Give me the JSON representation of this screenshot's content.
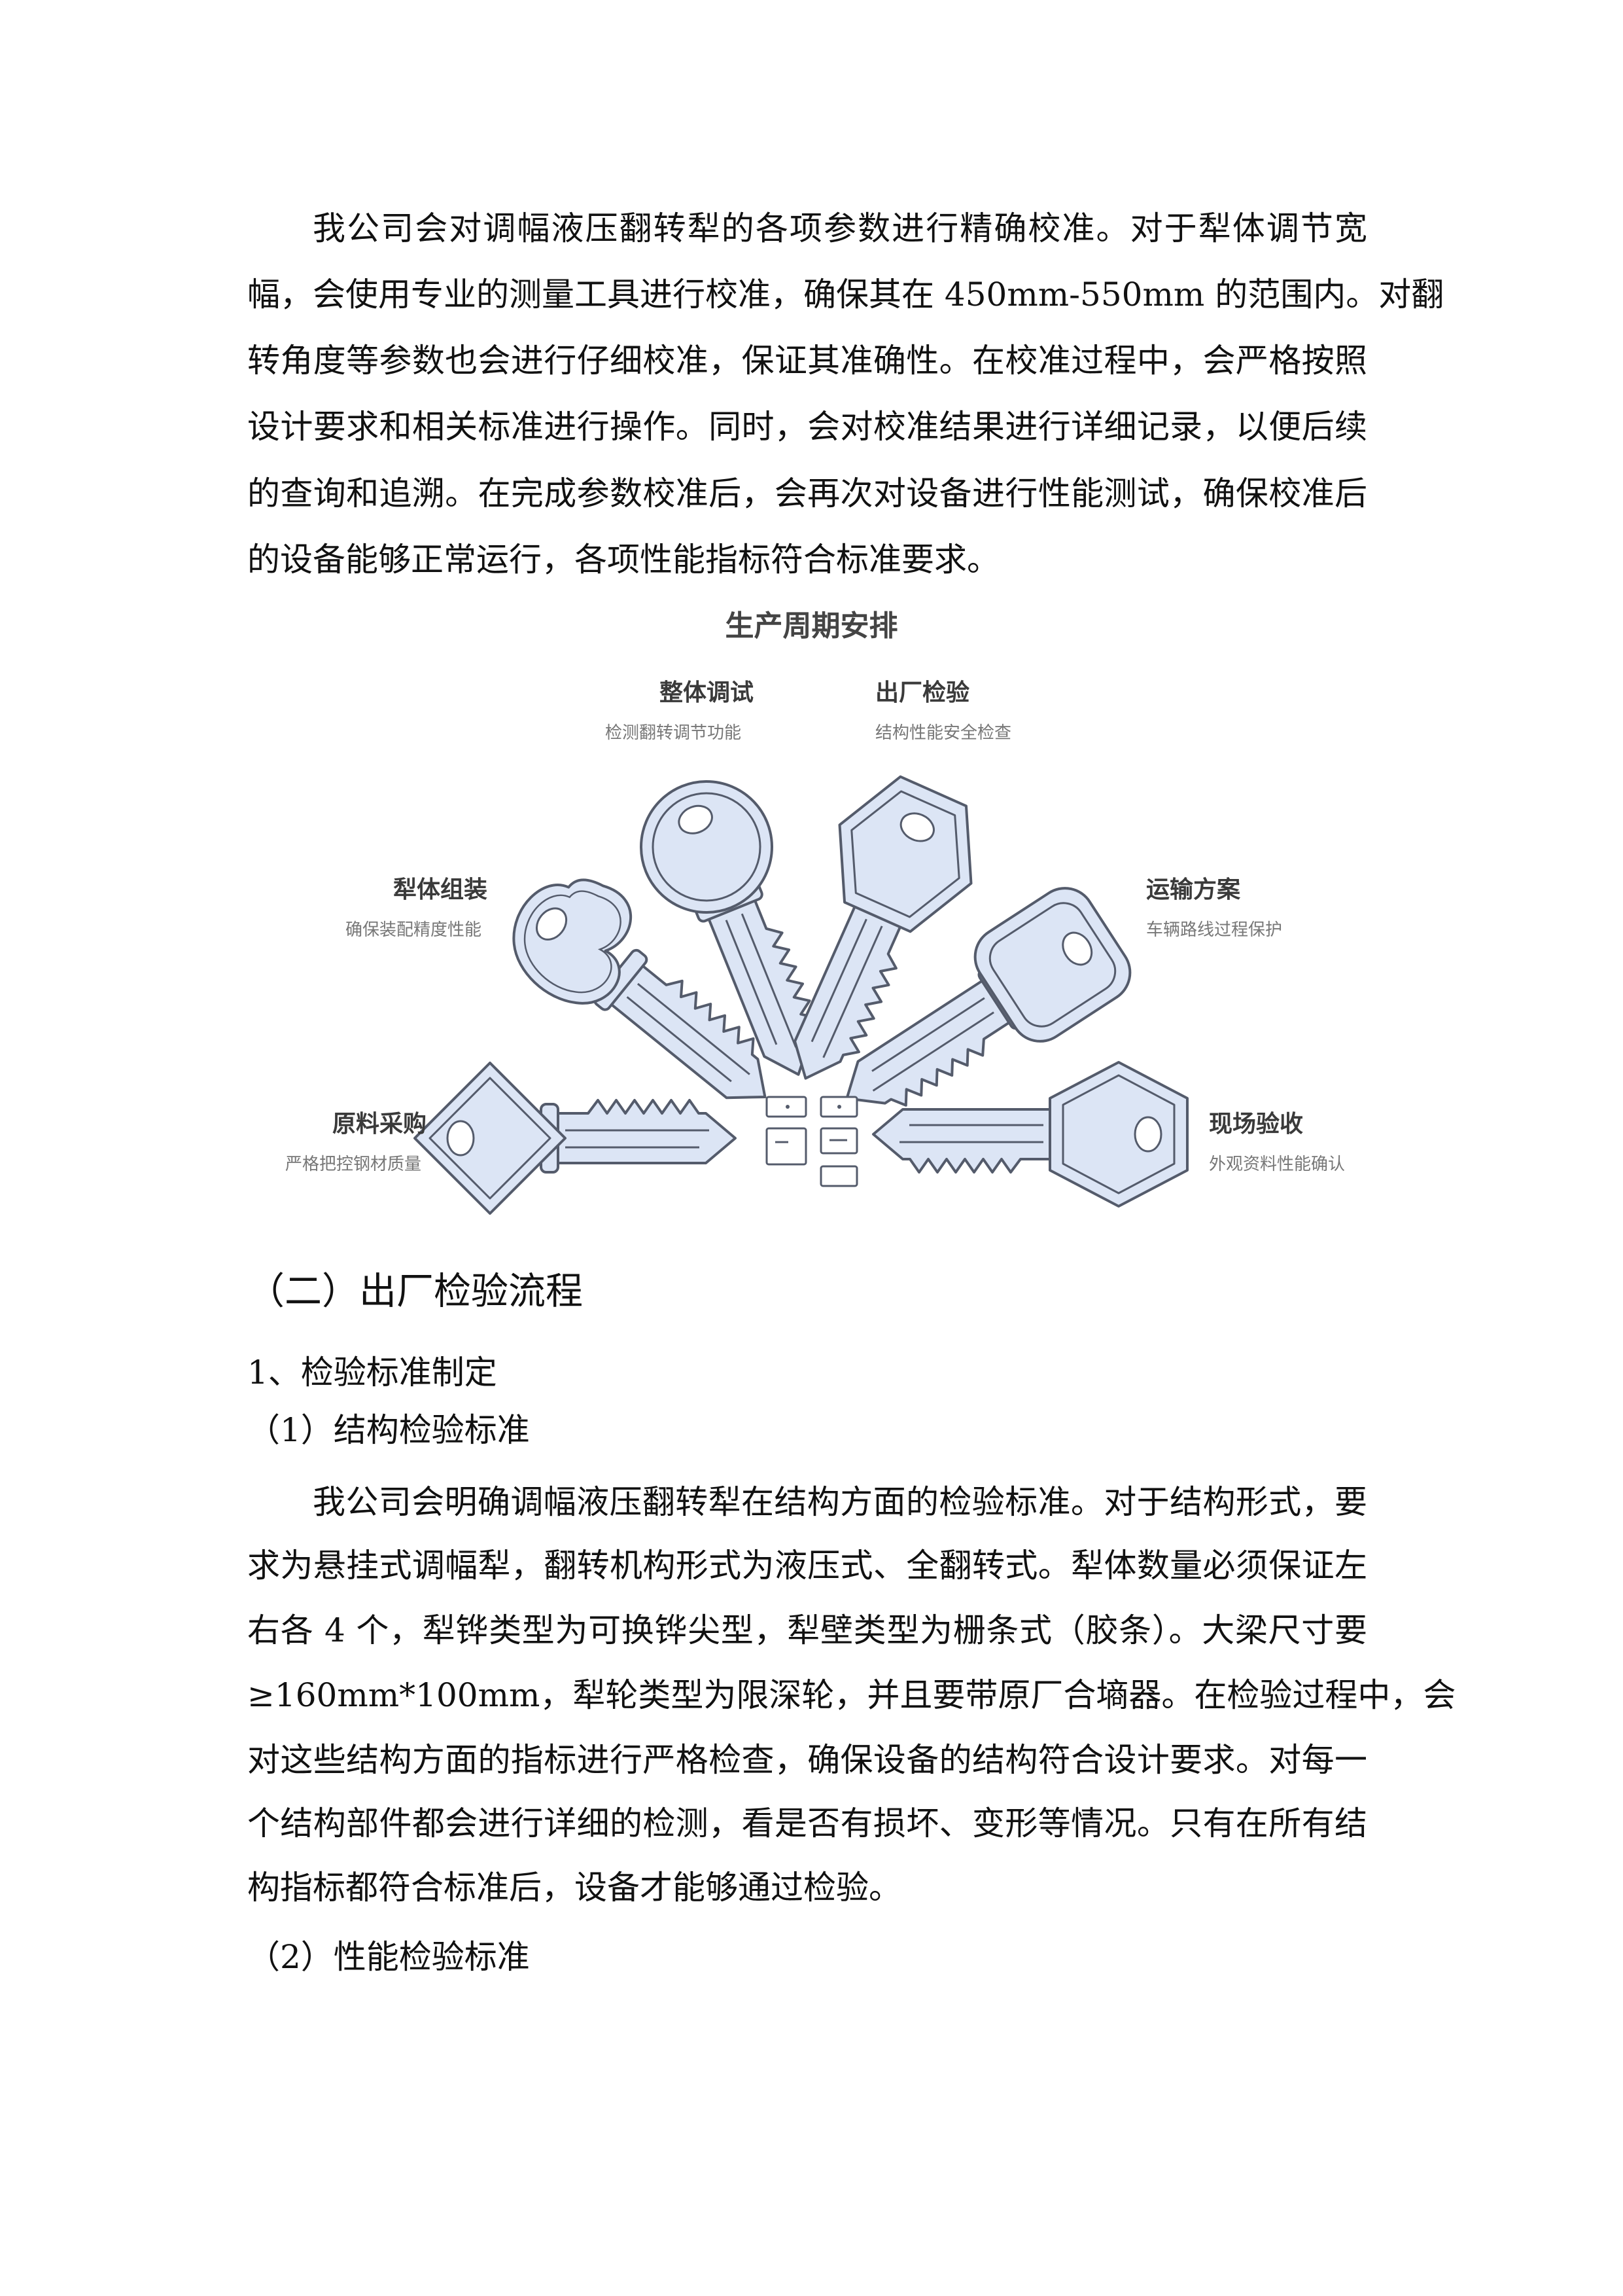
{
  "para1": [
    "我公司会对调幅液压翻转犁的各项参数进行精确校准。对于犁体调节宽",
    "幅，会使用专业的测量工具进行校准，确保其在 450mm-550mm 的范围内。对翻",
    "转角度等参数也会进行仔细校准，保证其准确性。在校准过程中，会严格按照",
    "设计要求和相关标准进行操作。同时，会对校准结果进行详细记录，以便后续",
    "的查询和追溯。在完成参数校准后，会再次对设备进行性能测试，确保校准后",
    "的设备能够正常运行，各项性能指标符合标准要求。"
  ],
  "diagram": {
    "title": "生产周期安排",
    "steps": [
      {
        "title": "原料采购",
        "desc": "严格把控钢材质量"
      },
      {
        "title": "犁体组装",
        "desc": "确保装配精度性能"
      },
      {
        "title": "整体调试",
        "desc": "检测翻转调节功能"
      },
      {
        "title": "出厂检验",
        "desc": "结构性能安全检查"
      },
      {
        "title": "运输方案",
        "desc": "车辆路线过程保护"
      },
      {
        "title": "现场验收",
        "desc": "外观资料性能确认"
      }
    ],
    "key_fill": "#dce5f5",
    "key_stroke": "#545b6b"
  },
  "section2": {
    "heading": "（二）出厂检验流程",
    "sub1": "1、检验标准制定",
    "sub1_1": "（1）结构检验标准",
    "para2": [
      "我公司会明确调幅液压翻转犁在结构方面的检验标准。对于结构形式，要",
      "求为悬挂式调幅犁，翻转机构形式为液压式、全翻转式。犁体数量必须保证左",
      "右各 4 个，犁铧类型为可换铧尖型，犁壁类型为栅条式（胶条）。大梁尺寸要",
      "≥160mm*100mm，犁轮类型为限深轮，并且要带原厂合墒器。在检验过程中，会",
      "对这些结构方面的指标进行严格检查，确保设备的结构符合设计要求。对每一",
      "个结构部件都会进行详细的检测，看是否有损坏、变形等情况。只有在所有结",
      "构指标都符合标准后，设备才能够通过检验。"
    ],
    "sub1_2": "（2）性能检验标准"
  }
}
